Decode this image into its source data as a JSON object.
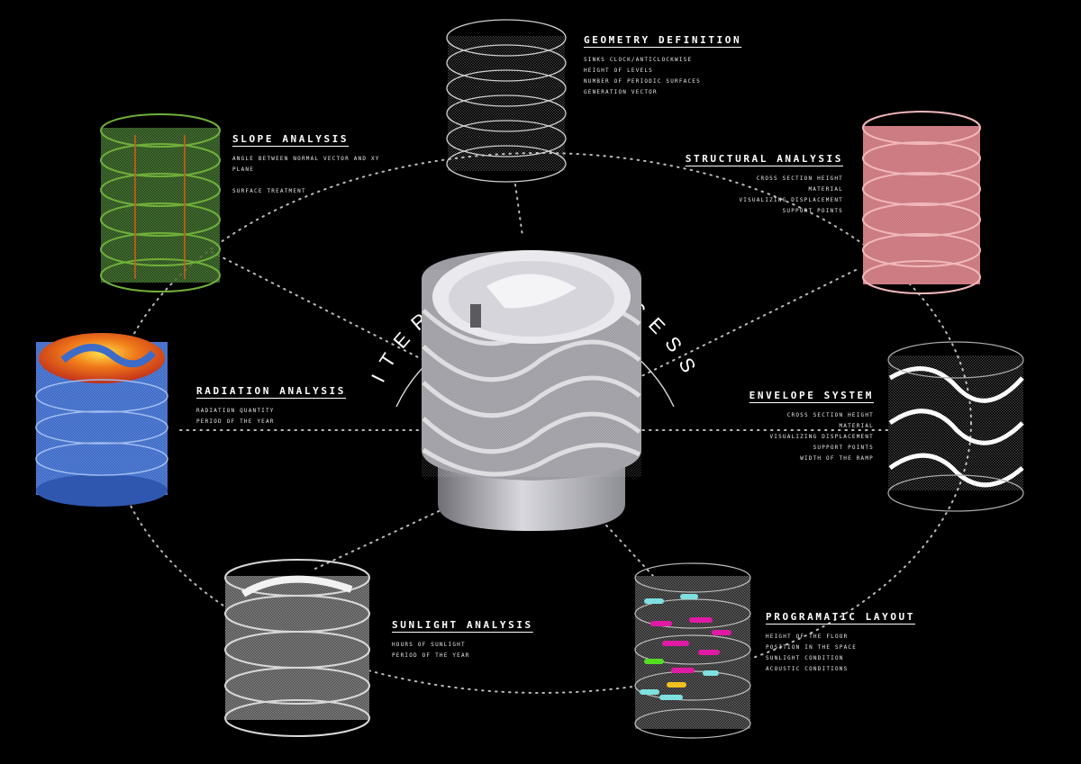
{
  "center_label": "ITERATIVE PROCESS",
  "colors": {
    "background": "#000000",
    "slope": "#4a8a2a",
    "slope_accent": "#d05a1a",
    "structural": "#d98a8f",
    "radiation_hot": "#f07a1a",
    "radiation_cool": "#4a7fd8",
    "geometry": "#d0d0d0",
    "envelope": "#ffffff",
    "sunlight": "#bdbdbd",
    "program_tag_magenta": "#e01aa5",
    "program_tag_cyan": "#7ee0e0",
    "program_tag_green": "#55dd22"
  },
  "blocks": {
    "geometry": {
      "title": "GEOMETRY DEFINITION",
      "lines": [
        "SINKS CLOCK/ANTICLOCKWISE",
        "HEIGHT OF LEVELS",
        "NUMBER OF PERIODIC SURFACES",
        "GENERATION VECTOR"
      ]
    },
    "slope": {
      "title": "SLOPE ANALYSIS",
      "lines": [
        "ANGLE BETWEEN NORMAL VECTOR AND XY",
        "PLANE",
        "",
        "SURFACE TREATMENT"
      ]
    },
    "structural": {
      "title": "STRUCTURAL ANALYSIS",
      "lines": [
        "CROSS SECTION HEIGHT",
        "MATERIAL",
        "VISUALIZING DISPLACEMENT",
        "SUPPORT POINTS"
      ]
    },
    "radiation": {
      "title": "RADIATION ANALYSIS",
      "lines": [
        "RADIATION QUANTITY",
        "PERIOD OF THE YEAR"
      ]
    },
    "envelope": {
      "title": "ENVELOPE SYSTEM",
      "lines": [
        "CROSS SECTION HEIGHT",
        "MATERIAL",
        "VISUALIZING DISPLACEMENT",
        "SUPPORT POINTS",
        "WIDTH OF THE RAMP"
      ]
    },
    "sunlight": {
      "title": "SUNLIGHT ANALYSIS",
      "lines": [
        "HOURS OF SUNLIGHT",
        "PERIOD OF THE YEAR"
      ]
    },
    "program": {
      "title": "PROGRAMATIC LAYOUT",
      "lines": [
        "HEIGHT OF THE FLOOR",
        "POSITION IN THE SPACE",
        "SUNLIGHT CONDITION",
        "ACOUSTIC CONDITIONS"
      ]
    }
  }
}
